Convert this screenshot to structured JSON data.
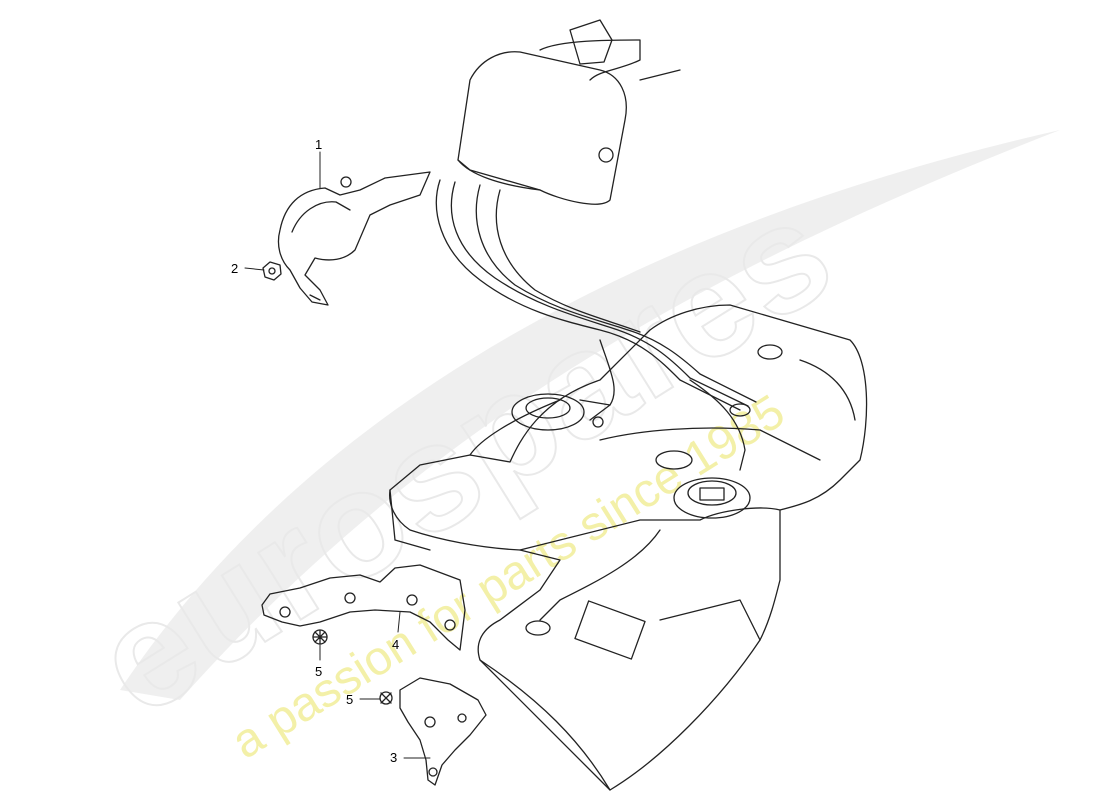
{
  "watermark": {
    "brand": "eurospares",
    "tagline": "a passion for parts since 1985",
    "brand_color": "#e9e9e9",
    "tagline_color": "#f3f0a8"
  },
  "callouts": [
    {
      "id": "1",
      "label": "1"
    },
    {
      "id": "2",
      "label": "2"
    },
    {
      "id": "3",
      "label": "3"
    },
    {
      "id": "4",
      "label": "4"
    },
    {
      "id": "5a",
      "label": "5"
    },
    {
      "id": "5b",
      "label": "5"
    }
  ]
}
